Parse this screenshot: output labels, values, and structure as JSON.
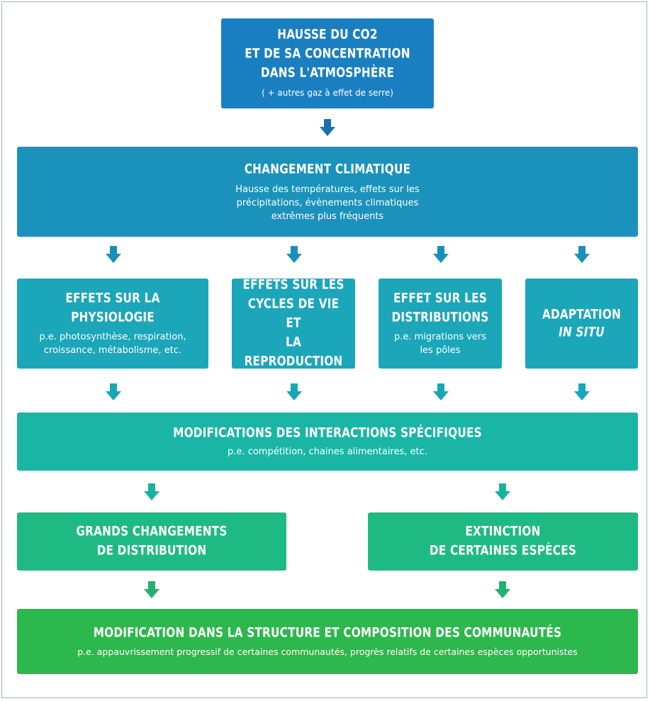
{
  "colors": {
    "co2": "#1a7fc0",
    "climate": "#1b92bc",
    "effects": "#1ba6b9",
    "interactions": "#1bb5a6",
    "outcomes": "#1fba84",
    "communities": "#2cb84c"
  },
  "co2_box": {
    "title": "HAUSSE DU CO2\nET DE SA CONCENTRATION\nDANS L'ATMOSPHÈRE",
    "subtitle": "( + autres gaz à effet de serre)"
  },
  "climate_box": {
    "title": "CHANGEMENT CLIMATIQUE",
    "subtitle": "Hausse des températures, effets sur les\nprécipitations, évènements climatiques\nextrêmes plus fréquents"
  },
  "effects": [
    {
      "title": "EFFETS SUR LA PHYSIOLOGIE",
      "subtitle": "p.e. photosynthèse, respiration,\ncroissance, métabolisme, etc."
    },
    {
      "title": "EFFETS SUR LES\nCYCLES DE VIE ET\nLA REPRODUCTION",
      "subtitle": ""
    },
    {
      "title": "EFFET SUR LES\nDISTRIBUTIONS",
      "subtitle": "p.e. migrations vers\nles pôles"
    },
    {
      "title_line1": "ADAPTATION",
      "title_line2": "IN SITU"
    }
  ],
  "interactions_box": {
    "title": "MODIFICATIONS DES INTERACTIONS SPÉCIFIQUES",
    "subtitle": "p.e. compétition, chaines alimentaires, etc."
  },
  "outcomes": [
    {
      "title": "GRANDS CHANGEMENTS\nDE DISTRIBUTION"
    },
    {
      "title": "EXTINCTION\nDE CERTAINES ESPÈCES"
    }
  ],
  "communities_box": {
    "title": "MODIFICATION DANS LA STRUCTURE ET COMPOSITION DES COMMUNAUTÉS",
    "subtitle": "p.e. appauvrissement progressif de certaines communautés, progrès relatifs de certaines espèces opportunistes"
  }
}
